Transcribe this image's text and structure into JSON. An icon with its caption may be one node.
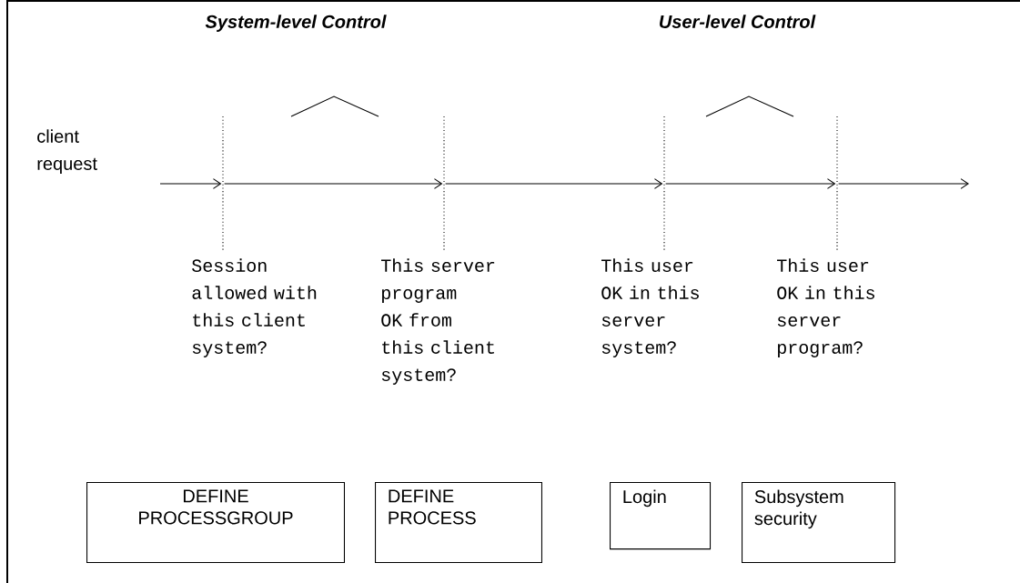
{
  "diagram": {
    "nodes": [
      {
        "text": [],
        "shape": "bar"
      },
      {
        "text": [],
        "shape": "bar"
      },
      {
        "text": [],
        "shape": "bar"
      },
      {
        "text": [],
        "shape": "bar"
      },
      {
        "text": [
          "DEFINE PROCESSGROUP"
        ]
      },
      {
        "text": [
          "DEFINE PROCESS"
        ]
      },
      {
        "text": [
          "Login"
        ]
      },
      {
        "text": [
          "Subsystem security"
        ]
      }
    ],
    "edges": [
      {
        "from": null,
        "to": 0,
        "arrow": "to"
      },
      {
        "from": 0,
        "to": 1,
        "arrow": "to"
      },
      {
        "from": 1,
        "to": 2,
        "arrow": "to"
      },
      {
        "from": 2,
        "to": 3,
        "arrow": "to"
      },
      {
        "from": 3,
        "to": null,
        "arrow": "to"
      }
    ],
    "labels": [
      "System-level Control",
      "User-level Control",
      "client request",
      "Session allowed with this client system?",
      "This server program OK from this client system?",
      "This user OK in this server system?",
      "This user OK in this server program?"
    ]
  }
}
